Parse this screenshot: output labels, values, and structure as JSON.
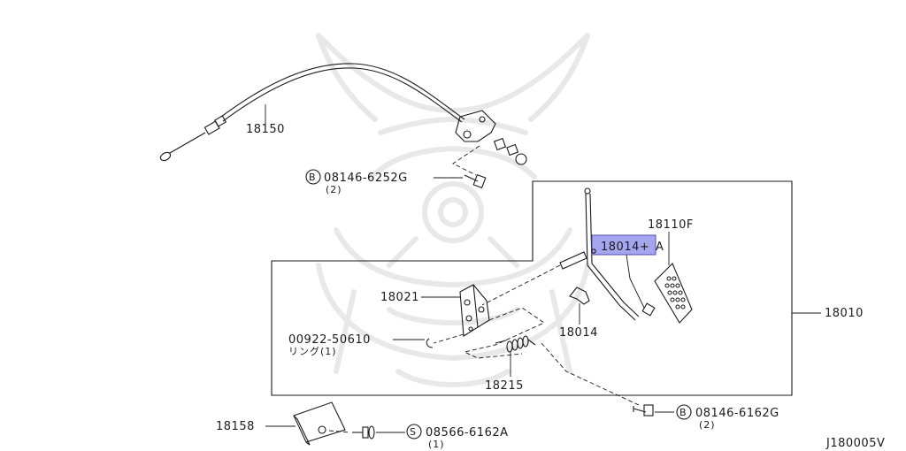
{
  "diagram_code": "J180005V",
  "highlight_color": "#a6a6ee",
  "parts": {
    "cable": "18150",
    "bolt_top": "08146-6252G",
    "bolt_top_qty": "(2)",
    "pedal_pad": "18110F",
    "lever_hl": "18014+",
    "lever_hl_suffix": "A",
    "bracket": "18021",
    "ring_code": "00922-50610",
    "ring_note": "リング(1)",
    "clip": "18014",
    "assembly": "18010",
    "spring": "18215",
    "bolt_right": "08146-6162G",
    "bolt_right_qty": "(2)",
    "plate": "18158",
    "screw": "08566-6162A",
    "screw_qty": "(1)"
  },
  "symbols": {
    "b": "B",
    "s": "S"
  }
}
